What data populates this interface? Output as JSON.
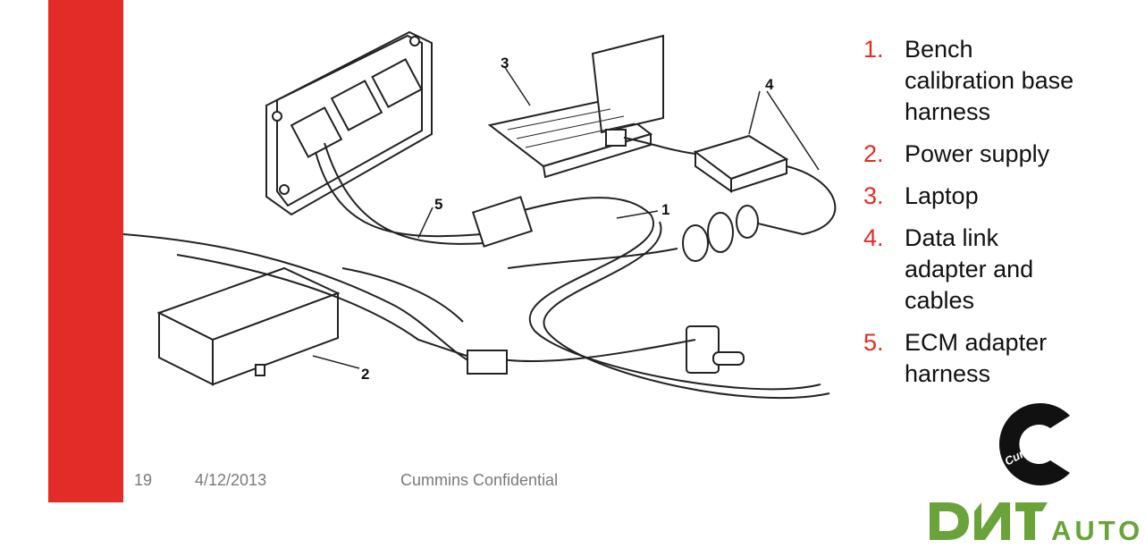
{
  "brand": {
    "accent": "#e32b27",
    "wordmark": "Cummins",
    "dt_logo_text": "AUTO"
  },
  "callouts": [
    "1",
    "2",
    "3",
    "4",
    "5"
  ],
  "legend": [
    {
      "num": "1.",
      "text": "Bench calibration base harness"
    },
    {
      "num": "2.",
      "text": "Power supply"
    },
    {
      "num": "3.",
      "text": "Laptop"
    },
    {
      "num": "4.",
      "text": "Data link adapter and cables"
    },
    {
      "num": "5.",
      "text": "ECM adapter harness"
    }
  ],
  "footer": {
    "page": "19",
    "date": "4/12/2013",
    "confidential": "Cummins Confidential"
  }
}
